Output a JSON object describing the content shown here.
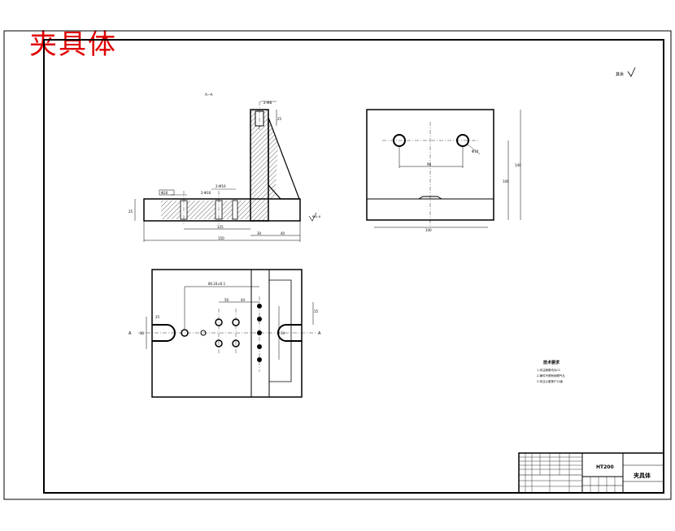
{
  "stamp_title": "夹具体",
  "drawing": {
    "roughness_note": "其余",
    "section_label": "A—A",
    "notes_title": "技术要求",
    "notes": [
      "1.未注倒角均为C1",
      "2.铸件不得有砂眼气孔",
      "3.未注公差按IT12级"
    ]
  },
  "dimensions": {
    "front": [
      "2-M8",
      "25",
      "2-Φ16",
      "2-M10",
      "Φ20",
      "Ra1.6",
      "25",
      "125",
      "30",
      "40",
      "150"
    ],
    "right": [
      "90",
      "Φ10",
      "140",
      "100",
      "140"
    ],
    "bottom": [
      "80.24±0.1",
      "50",
      "44",
      "15",
      "30",
      "25",
      "19",
      "A",
      "A"
    ]
  },
  "title_block": {
    "material": "HT200",
    "name": "夹具体"
  },
  "colors": {
    "line": "#000000",
    "stamp": "#e00000",
    "paper": "#ffffff"
  }
}
